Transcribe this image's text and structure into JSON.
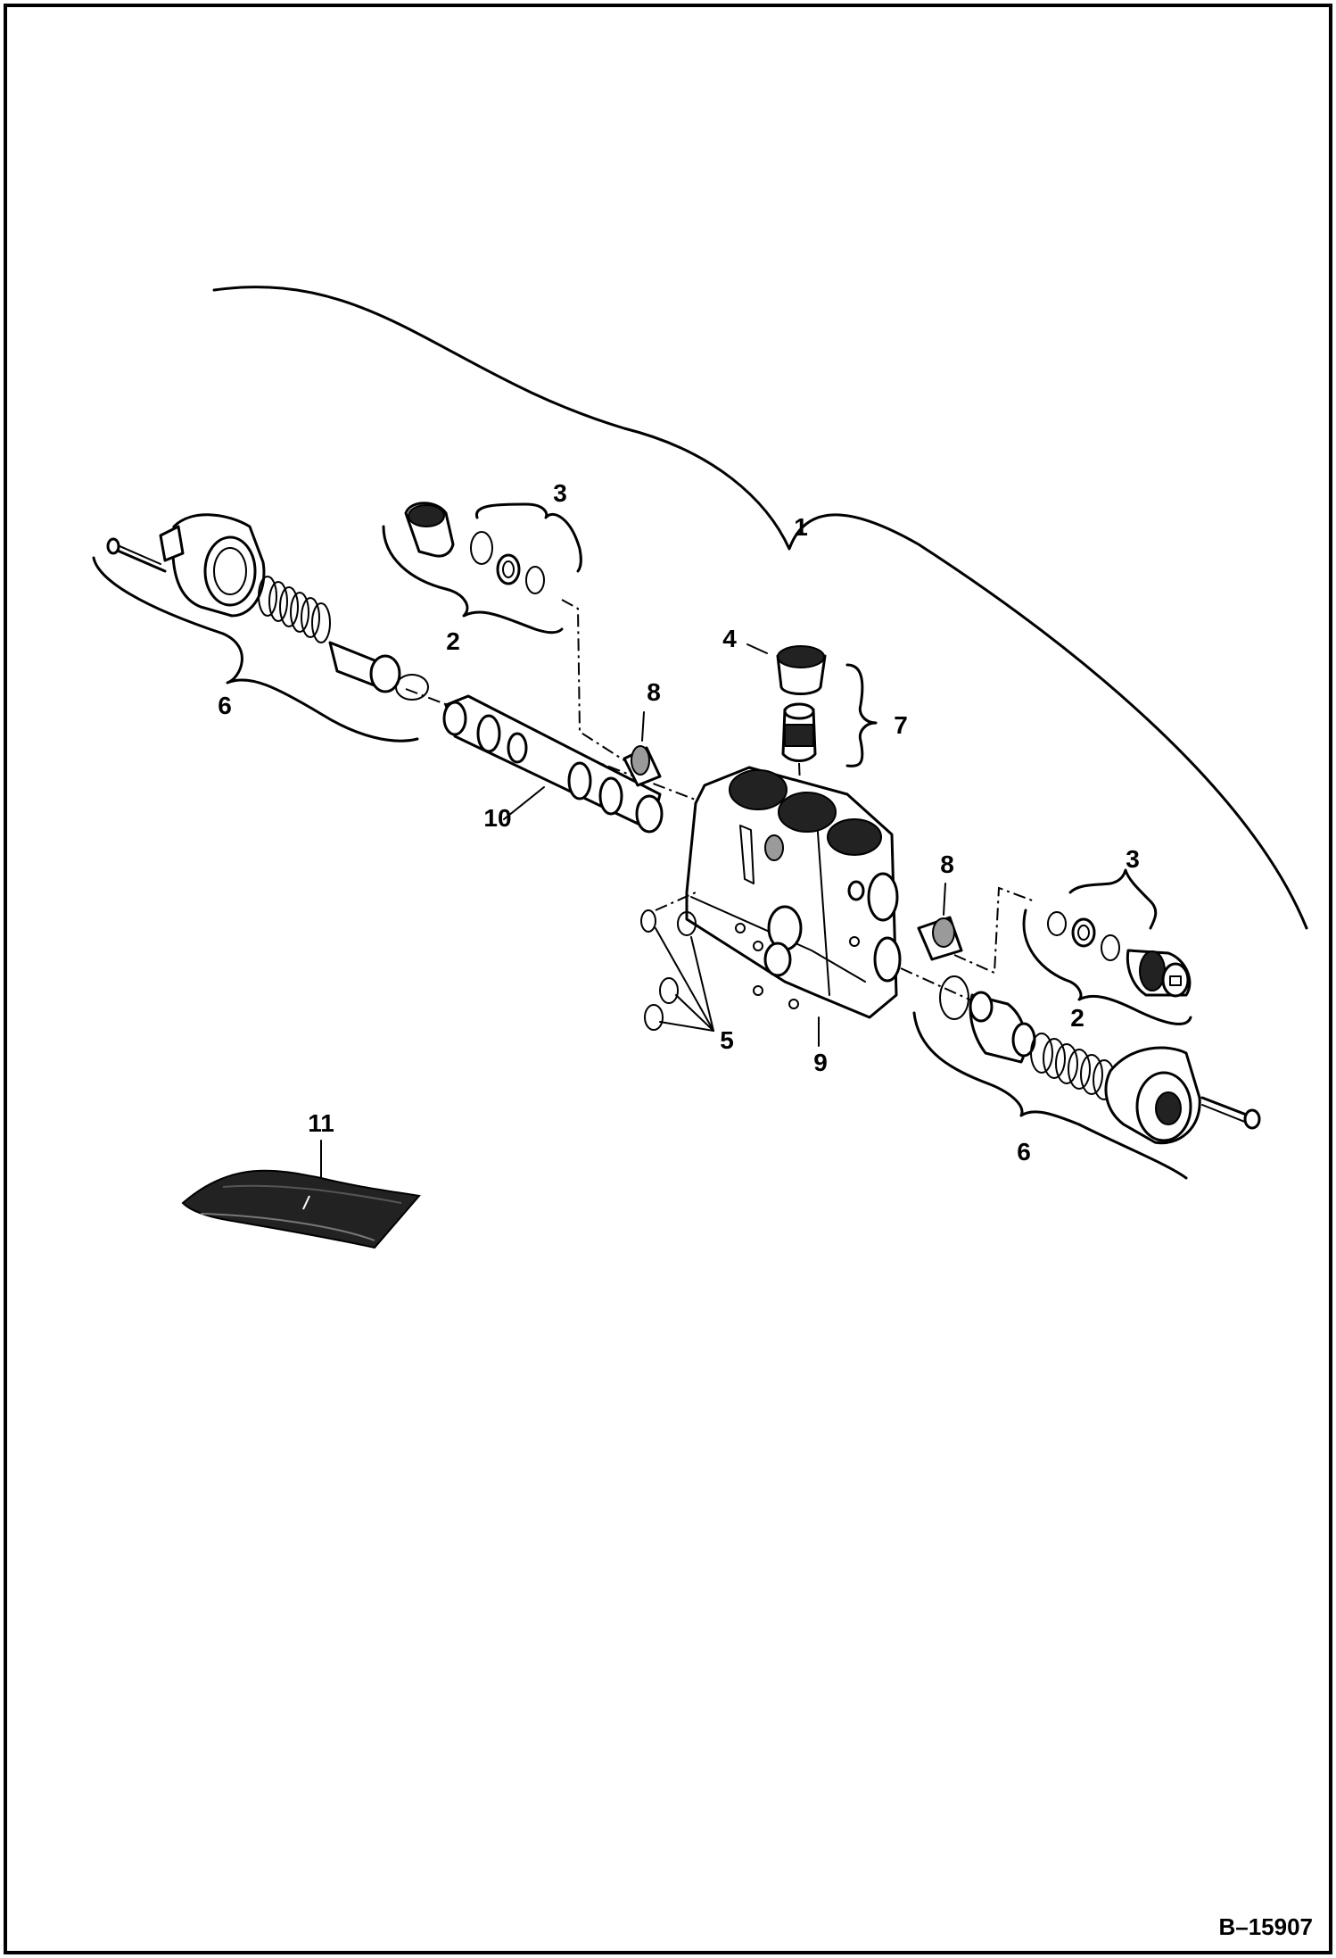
{
  "drawing_number": "B–15907",
  "callouts": [
    {
      "id": "c1",
      "label": "1"
    },
    {
      "id": "c2a",
      "label": "2"
    },
    {
      "id": "c3a",
      "label": "3"
    },
    {
      "id": "c4",
      "label": "4"
    },
    {
      "id": "c5",
      "label": "5"
    },
    {
      "id": "c6a",
      "label": "6"
    },
    {
      "id": "c7",
      "label": "7"
    },
    {
      "id": "c8a",
      "label": "8"
    },
    {
      "id": "c9",
      "label": "9"
    },
    {
      "id": "c10",
      "label": "10"
    },
    {
      "id": "c8b",
      "label": "8"
    },
    {
      "id": "c3b",
      "label": "3"
    },
    {
      "id": "c2b",
      "label": "2"
    },
    {
      "id": "c6b",
      "label": "6"
    },
    {
      "id": "c11",
      "label": "11"
    }
  ]
}
